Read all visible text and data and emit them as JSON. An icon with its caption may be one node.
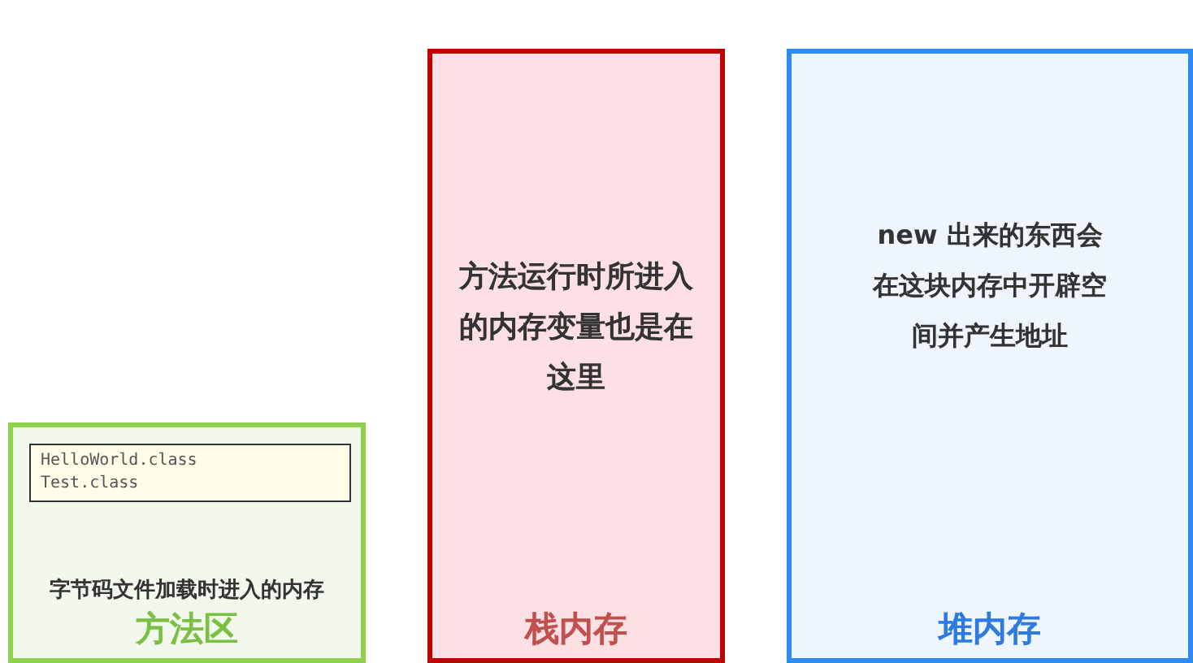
{
  "diagram": {
    "nodes": [
      {
        "text": [
          "字节码文件加载时进入的内存",
          "方法区"
        ]
      },
      {
        "text": [
          "HelloWorld.class",
          "Test.class"
        ],
        "in": 0
      },
      {
        "text": [
          "方法运行时所进入的内存变量也是在这里",
          "栈内存"
        ]
      },
      {
        "text": [
          "new 出来的东西会在这块内存中开辟空间并产生地址",
          "堆内存"
        ]
      }
    ]
  }
}
